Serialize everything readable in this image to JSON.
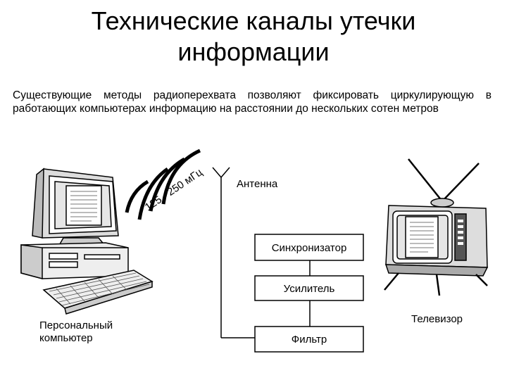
{
  "slide": {
    "title_line1": "Технические каналы утечки",
    "title_line2": "информации",
    "paragraph": "Существующие методы радиоперехвата позволяют фиксировать циркулирующую в работающих компьютерах информацию на расстоянии до нескольких сотен метров"
  },
  "diagram": {
    "frequency_label": "125 - 250 мГц",
    "antenna_label": "Антенна",
    "blocks": [
      "Синхронизатор",
      "Усилитель",
      "Фильтр"
    ],
    "pc_label_line1": "Персональный",
    "pc_label_line2": "компьютер",
    "tv_label": "Телевизор"
  }
}
